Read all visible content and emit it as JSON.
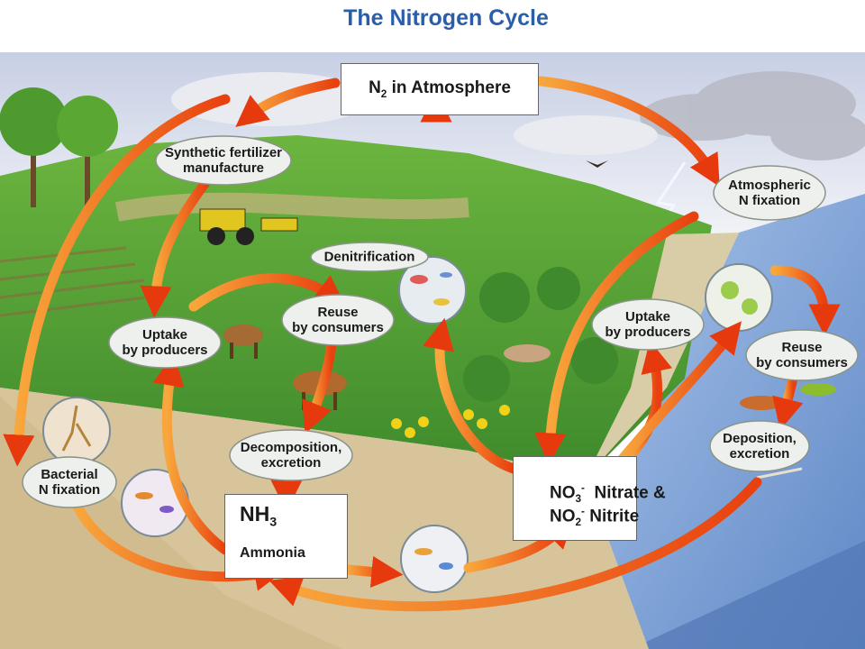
{
  "title": "The Nitrogen Cycle",
  "boxes": {
    "atmosphere": {
      "main": "N",
      "sub": "2",
      "rest": " in Atmosphere"
    },
    "ammonia": {
      "main": "NH",
      "sub": "3",
      "name": "Ammonia"
    },
    "nitrate": {
      "l1_a": "NO",
      "l1_sub": "3",
      "l1_sup": "-",
      "l1_b": "  Nitrate &",
      "l2_a": "NO",
      "l2_sub": "2",
      "l2_sup": "-",
      "l2_b": " Nitrite"
    }
  },
  "processes": {
    "synthetic_fertilizer": [
      "Synthetic fertilizer",
      "manufacture"
    ],
    "atmospheric_fixation": [
      "Atmospheric",
      "N fixation"
    ],
    "denitrification": [
      "Denitrification"
    ],
    "reuse_land": [
      "Reuse",
      "by consumers"
    ],
    "uptake_land": [
      "Uptake",
      "by producers"
    ],
    "uptake_water": [
      "Uptake",
      "by producers"
    ],
    "reuse_water": [
      "Reuse",
      "by consumers"
    ],
    "decomposition": [
      "Decomposition,",
      "excretion"
    ],
    "deposition": [
      "Deposition,",
      "excretion"
    ],
    "bacterial_fixation": [
      "Bacterial",
      "N fixation"
    ]
  },
  "colors": {
    "title": "#2b5ea8",
    "arrow_start": "#f7a23a",
    "arrow_end": "#e63a0e",
    "label_bg": "#eef0ee",
    "water": "#6d96d1",
    "soil": "#d8c59b",
    "grass": "#4a9b34"
  }
}
